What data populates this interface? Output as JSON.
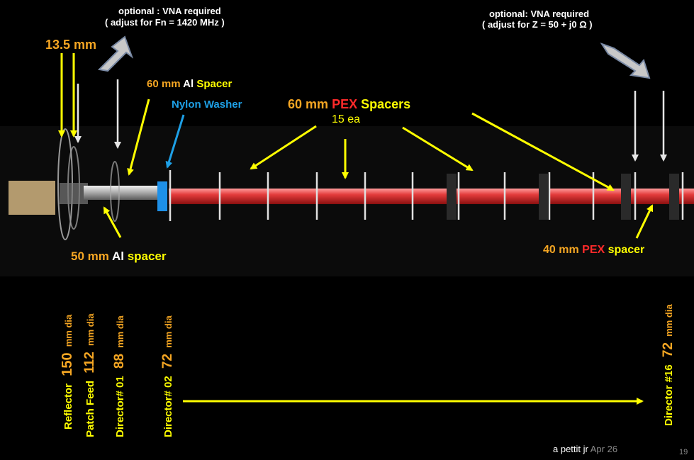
{
  "notes": {
    "vna_left_line1": "optional :  VNA required",
    "vna_left_line2": "( adjust for Fn = 1420 MHz )",
    "vna_right_line1": "optional:  VNA required",
    "vna_right_line2": "( adjust for Z = 50 + j0 Ω )"
  },
  "callouts": {
    "gap": "13.5 mm",
    "al_spacer_60_num": "60 mm",
    "al_spacer_60_mat": "Al",
    "al_spacer_60_word": "Spacer",
    "nylon_washer": "Nylon Washer",
    "pex_spacers_num": "60 mm",
    "pex_spacers_mat": "PEX",
    "pex_spacers_word": "Spacers",
    "pex_count": "15 ea",
    "al_spacer_50_num": "50 mm",
    "al_spacer_50_mat": "Al",
    "al_spacer_50_word": "spacer",
    "pex_spacer_40_num": "40 mm",
    "pex_spacer_40_mat": "PEX",
    "pex_spacer_40_word": "spacer"
  },
  "elements": [
    {
      "name": "Reflector",
      "size": "150",
      "unit": "mm dia"
    },
    {
      "name": "Patch Feed",
      "size": "112",
      "unit": "mm dia"
    },
    {
      "name": "Director# 01",
      "size": "88",
      "unit": "mm dia"
    },
    {
      "name": "Director# 02",
      "size": "72",
      "unit": "mm dia"
    },
    {
      "name": "Director #16",
      "size": "72",
      "unit": "mm dia"
    }
  ],
  "footer": {
    "author": "a pettit jr",
    "date": "Apr 26",
    "page": "19"
  },
  "colors": {
    "background": "#000000",
    "yellow": "#ffff00",
    "orange": "#f5a623",
    "red": "#ff2a2a",
    "blue": "#1ea0e6",
    "boom": "#e03030"
  }
}
